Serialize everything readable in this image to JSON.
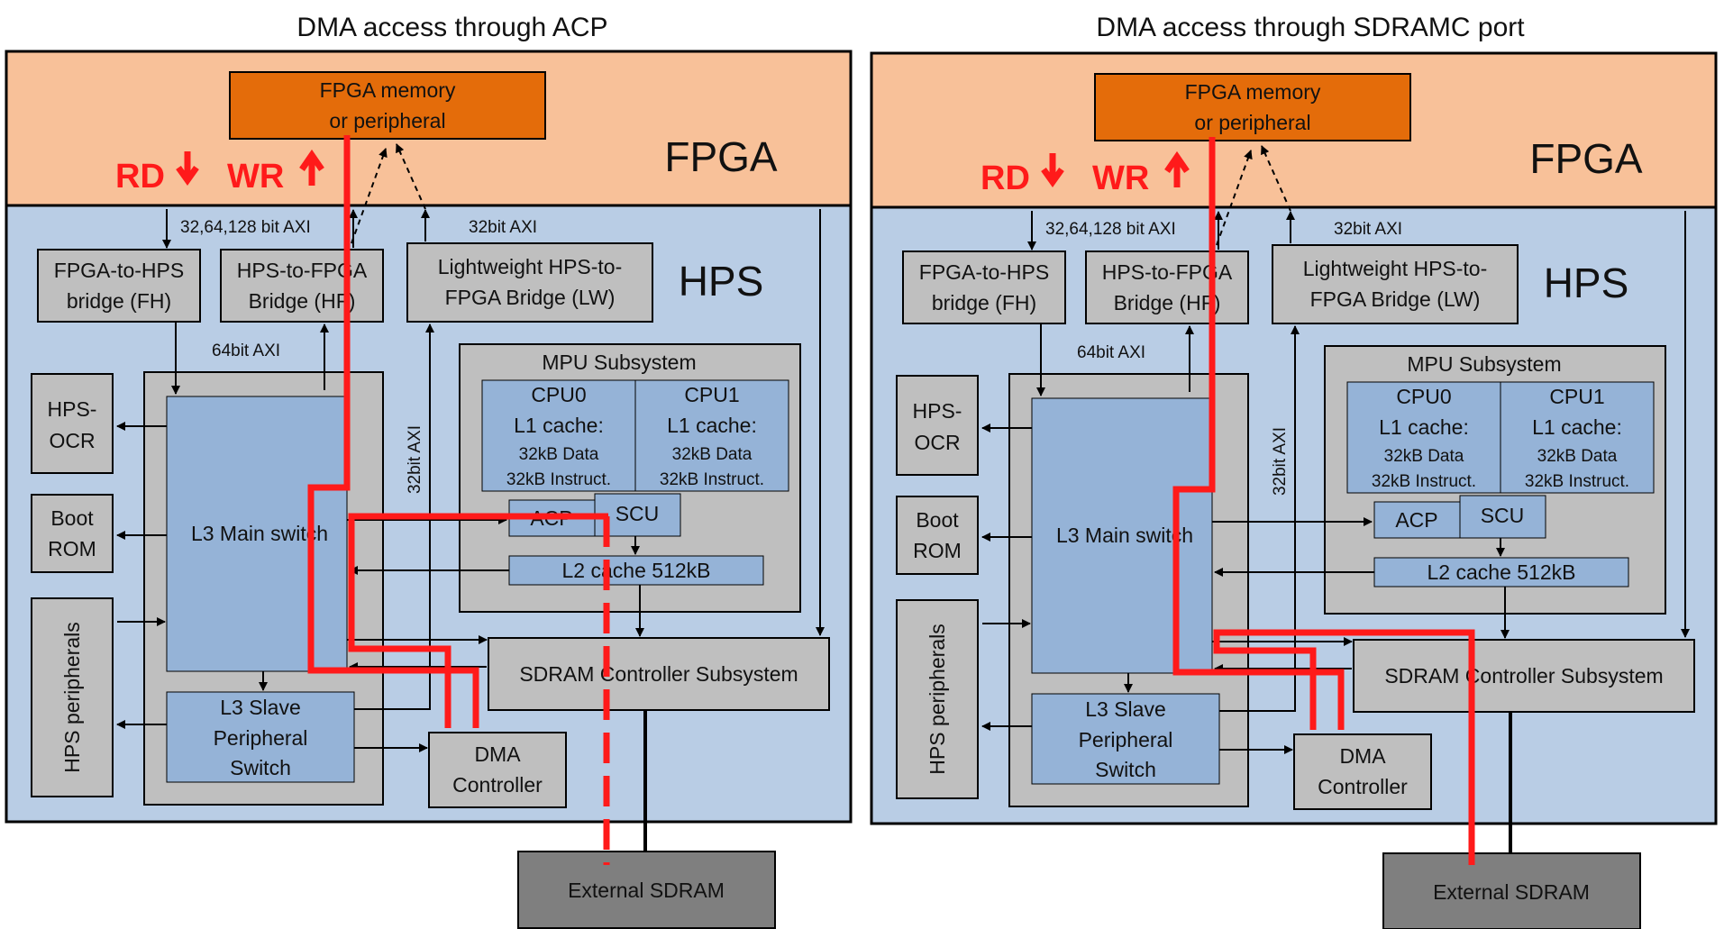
{
  "colors": {
    "fpga_region": "#f8c199",
    "fpga_block": "#e46c0a",
    "hps_region": "#b9cde5",
    "inner_block": "#95b3d7",
    "gray_box": "#bfbfbf",
    "dark_box": "#7f7f7f",
    "path": "#ff1a1a",
    "line": "#000000"
  },
  "panels": [
    {
      "title": "DMA access through ACP",
      "fpga_label": "FPGA",
      "hps_label": "HPS",
      "fpga_memory_line1": "FPGA memory",
      "fpga_memory_line2": "or peripheral",
      "rd": "RD",
      "wr": "WR",
      "axi_fh": "32,64,128 bit AXI",
      "axi_lw": "32bit AXI",
      "axi_64": "64bit AXI",
      "axi_32v": "32bit AXI",
      "fh_line1": "FPGA-to-HPS",
      "fh_line2": "bridge (FH)",
      "hf_line1": "HPS-to-FPGA",
      "hf_line2": "Bridge (HF)",
      "lw_line1": "Lightweight HPS-to-",
      "lw_line2": "FPGA Bridge (LW)",
      "ocr_line1": "HPS-",
      "ocr_line2": "OCR",
      "boot_line1": "Boot",
      "boot_line2": "ROM",
      "periph": "HPS peripherals",
      "l3_main": "L3 Main switch",
      "l3s_line1": "L3 Slave",
      "l3s_line2": "Peripheral",
      "l3s_line3": "Switch",
      "mpu": "MPU Subsystem",
      "cpu0": "CPU0",
      "cpu1": "CPU1",
      "l1": "L1 cache:",
      "data": "32kB Data",
      "instr": "32kB Instruct.",
      "acp": "ACP",
      "scu": "SCU",
      "l2": "L2 cache 512kB",
      "sdramc": "SDRAM Controller Subsystem",
      "dma_line1": "DMA",
      "dma_line2": "Controller",
      "ext_sdram": "External SDRAM"
    },
    {
      "title": "DMA access through SDRAMC port",
      "fpga_label": "FPGA",
      "hps_label": "HPS",
      "fpga_memory_line1": "FPGA memory",
      "fpga_memory_line2": "or peripheral",
      "rd": "RD",
      "wr": "WR",
      "axi_fh": "32,64,128 bit AXI",
      "axi_lw": "32bit AXI",
      "axi_64": "64bit AXI",
      "axi_32v": "32bit AXI",
      "fh_line1": "FPGA-to-HPS",
      "fh_line2": "bridge (FH)",
      "hf_line1": "HPS-to-FPGA",
      "hf_line2": "Bridge (HF)",
      "lw_line1": "Lightweight HPS-to-",
      "lw_line2": "FPGA Bridge (LW)",
      "ocr_line1": "HPS-",
      "ocr_line2": "OCR",
      "boot_line1": "Boot",
      "boot_line2": "ROM",
      "periph": "HPS peripherals",
      "l3_main": "L3 Main switch",
      "l3s_line1": "L3 Slave",
      "l3s_line2": "Peripheral",
      "l3s_line3": "Switch",
      "mpu": "MPU Subsystem",
      "cpu0": "CPU0",
      "cpu1": "CPU1",
      "l1": "L1 cache:",
      "data": "32kB Data",
      "instr": "32kB Instruct.",
      "acp": "ACP",
      "scu": "SCU",
      "l2": "L2 cache 512kB",
      "sdramc": "SDRAM Controller Subsystem",
      "dma_line1": "DMA",
      "dma_line2": "Controller",
      "ext_sdram": "External SDRAM"
    }
  ]
}
